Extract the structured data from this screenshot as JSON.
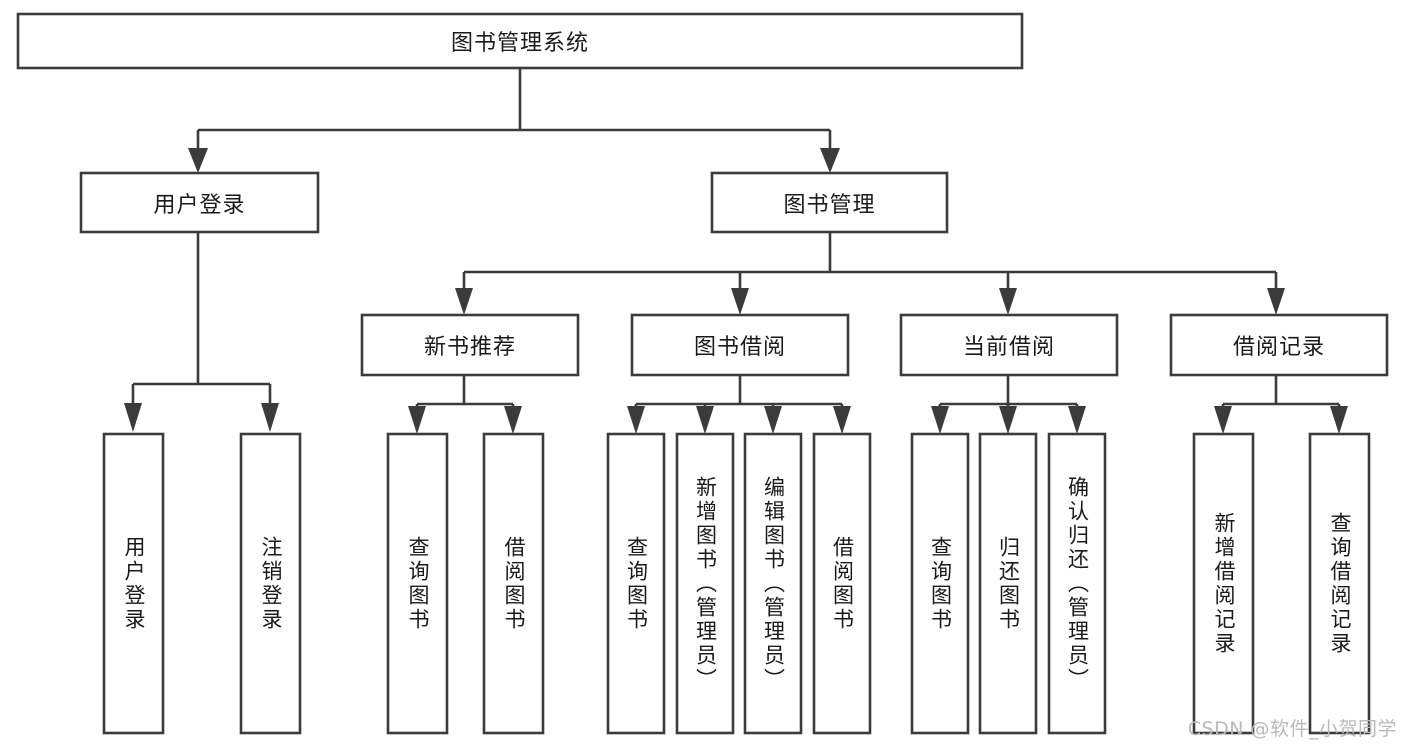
{
  "diagram": {
    "title": "图书管理系统",
    "type": "tree-hierarchy",
    "watermark": "CSDN @软件_小贺同学",
    "colors": {
      "stroke": "#3b3b3b",
      "fill": "#ffffff",
      "text": "#1a1a1a",
      "watermark": "#b9b9b9"
    },
    "root": {
      "id": "root",
      "label": "图书管理系统",
      "orientation": "horizontal"
    },
    "level2": [
      {
        "id": "user-login",
        "label": "用户登录",
        "orientation": "horizontal"
      },
      {
        "id": "book-manage",
        "label": "图书管理",
        "orientation": "horizontal"
      }
    ],
    "level3": [
      {
        "id": "new-book-recommend",
        "label": "新书推荐",
        "orientation": "horizontal",
        "parent": "book-manage"
      },
      {
        "id": "book-borrow",
        "label": "图书借阅",
        "orientation": "horizontal",
        "parent": "book-manage"
      },
      {
        "id": "current-borrow",
        "label": "当前借阅",
        "orientation": "horizontal",
        "parent": "book-manage"
      },
      {
        "id": "borrow-record",
        "label": "借阅记录",
        "orientation": "horizontal",
        "parent": "book-manage"
      }
    ],
    "leaves": [
      {
        "id": "leaf-user-login",
        "label": "用户登录",
        "orientation": "vertical",
        "parent": "user-login"
      },
      {
        "id": "leaf-logout",
        "label": "注销登录",
        "orientation": "vertical",
        "parent": "user-login"
      },
      {
        "id": "leaf-query-book-1",
        "label": "查询图书",
        "orientation": "vertical",
        "parent": "new-book-recommend"
      },
      {
        "id": "leaf-borrow-book-1",
        "label": "借阅图书",
        "orientation": "vertical",
        "parent": "new-book-recommend"
      },
      {
        "id": "leaf-query-book-2",
        "label": "查询图书",
        "orientation": "vertical",
        "parent": "book-borrow"
      },
      {
        "id": "leaf-add-book",
        "label": "新增图书（管理员）",
        "orientation": "vertical",
        "parent": "book-borrow"
      },
      {
        "id": "leaf-edit-book",
        "label": "编辑图书（管理员）",
        "orientation": "vertical",
        "parent": "book-borrow"
      },
      {
        "id": "leaf-borrow-book-2",
        "label": "借阅图书",
        "orientation": "vertical",
        "parent": "book-borrow"
      },
      {
        "id": "leaf-query-book-3",
        "label": "查询图书",
        "orientation": "vertical",
        "parent": "current-borrow"
      },
      {
        "id": "leaf-return-book",
        "label": "归还图书",
        "orientation": "vertical",
        "parent": "current-borrow"
      },
      {
        "id": "leaf-confirm-return",
        "label": "确认归还（管理员）",
        "orientation": "vertical",
        "parent": "current-borrow"
      },
      {
        "id": "leaf-add-record",
        "label": "新增借阅记录",
        "orientation": "vertical",
        "parent": "borrow-record"
      },
      {
        "id": "leaf-query-record",
        "label": "查询借阅记录",
        "orientation": "vertical",
        "parent": "borrow-record"
      }
    ]
  }
}
